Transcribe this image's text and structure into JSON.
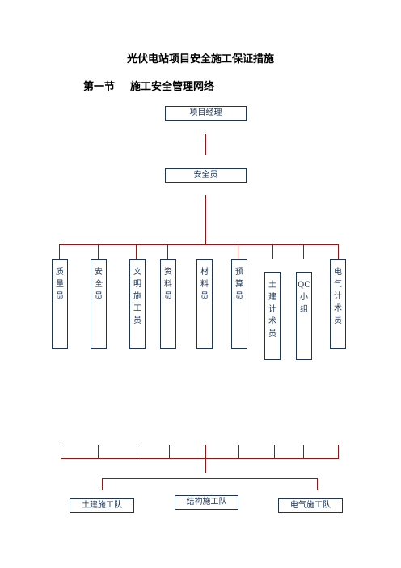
{
  "doc": {
    "title": "光伏电站项目安全施工保证措施",
    "section_number": "第一节",
    "section_title": "施工安全管理网络"
  },
  "org": {
    "manager": "项目经理",
    "safety_officer": "安全员",
    "staff": [
      "质量员",
      "安全员",
      "文明施工员",
      "资料员",
      "材料员",
      "预算员",
      "土建计术员",
      "QC小组",
      "电气计术员"
    ],
    "teams": [
      "土建施工队",
      "结构施工队",
      "电气施工队"
    ]
  },
  "colors": {
    "line": "#8b1a1a",
    "box_border": "#1f3550"
  }
}
